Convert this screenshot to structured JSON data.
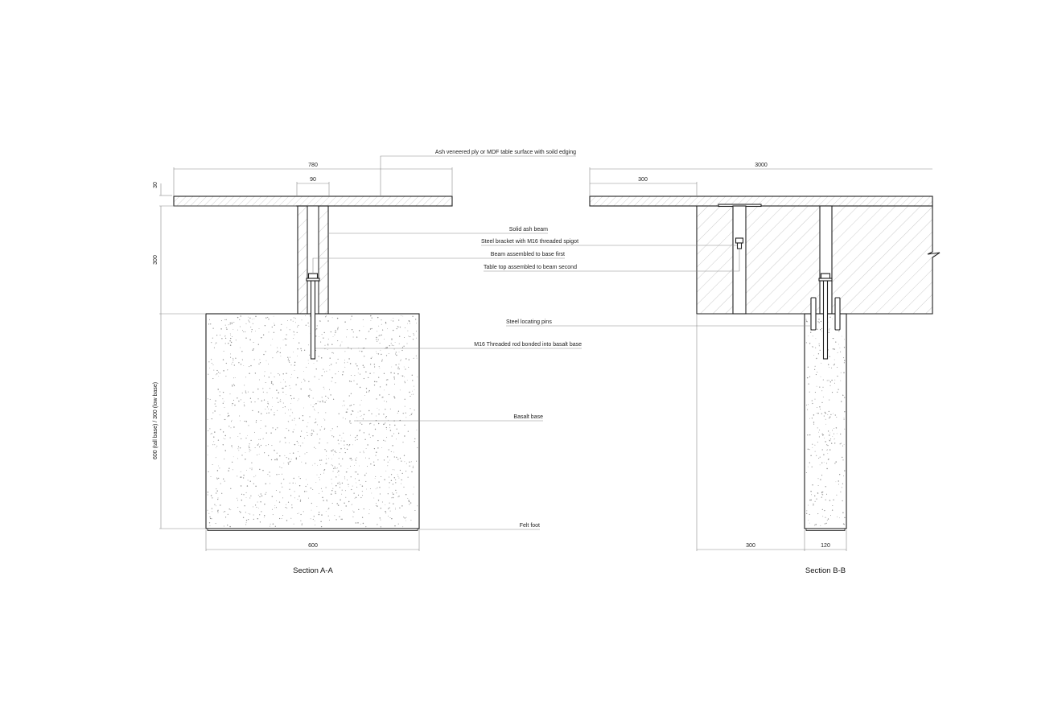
{
  "sections": {
    "a": {
      "title": "Section A-A",
      "dims": {
        "top_width": "780",
        "beam_width": "90",
        "top_thickness": "30",
        "beam_height": "300",
        "base_height": "600 (tall base) / 300 (low base)",
        "base_width": "600"
      }
    },
    "b": {
      "title": "Section B-B",
      "dims": {
        "overall_length": "3000",
        "overhang": "300",
        "base_offset": "300",
        "base_width": "120"
      }
    }
  },
  "labels": {
    "table_top": "Ash veneered ply or MDF table surface with soild edging",
    "beam": "Solid ash beam",
    "bracket": "Steel bracket with M16 threaded spigot",
    "assembly_1": "Beam assembled to base first",
    "assembly_2": "Table top assembled to beam second",
    "pins": "Steel locating pins",
    "rod": "M16 Threaded rod bonded into basalt base",
    "base": "Basalt base",
    "foot": "Felt foot"
  },
  "colors": {
    "line": "#222222",
    "hatch": "#a8a8a8",
    "speckle": "#8f8f8f"
  }
}
